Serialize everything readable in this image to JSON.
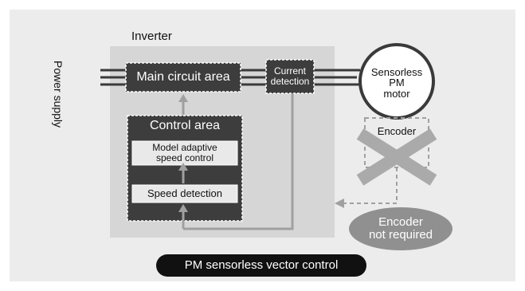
{
  "labels": {
    "inverter": "Inverter",
    "power_supply": "Power supply",
    "main_circuit": "Main circuit area",
    "current_detection": "Current\ndetection",
    "control_area": "Control area",
    "model_adaptive": "Model adaptive\nspeed control",
    "speed_detection": "Speed detection",
    "motor": "Sensorless\nPM\nmotor",
    "encoder": "Encoder",
    "encoder_not_required": "Encoder\nnot required",
    "bottom_banner": "PM sensorless vector control"
  },
  "colors": {
    "background": "#ececec",
    "inverter_panel": "#d6d6d6",
    "dark_box": "#3d3d3d",
    "light_box": "#e9e9e9",
    "arrow": "#a0a0a0",
    "cross": "#aaaaaa",
    "bubble": "#909090",
    "banner": "#111111"
  }
}
